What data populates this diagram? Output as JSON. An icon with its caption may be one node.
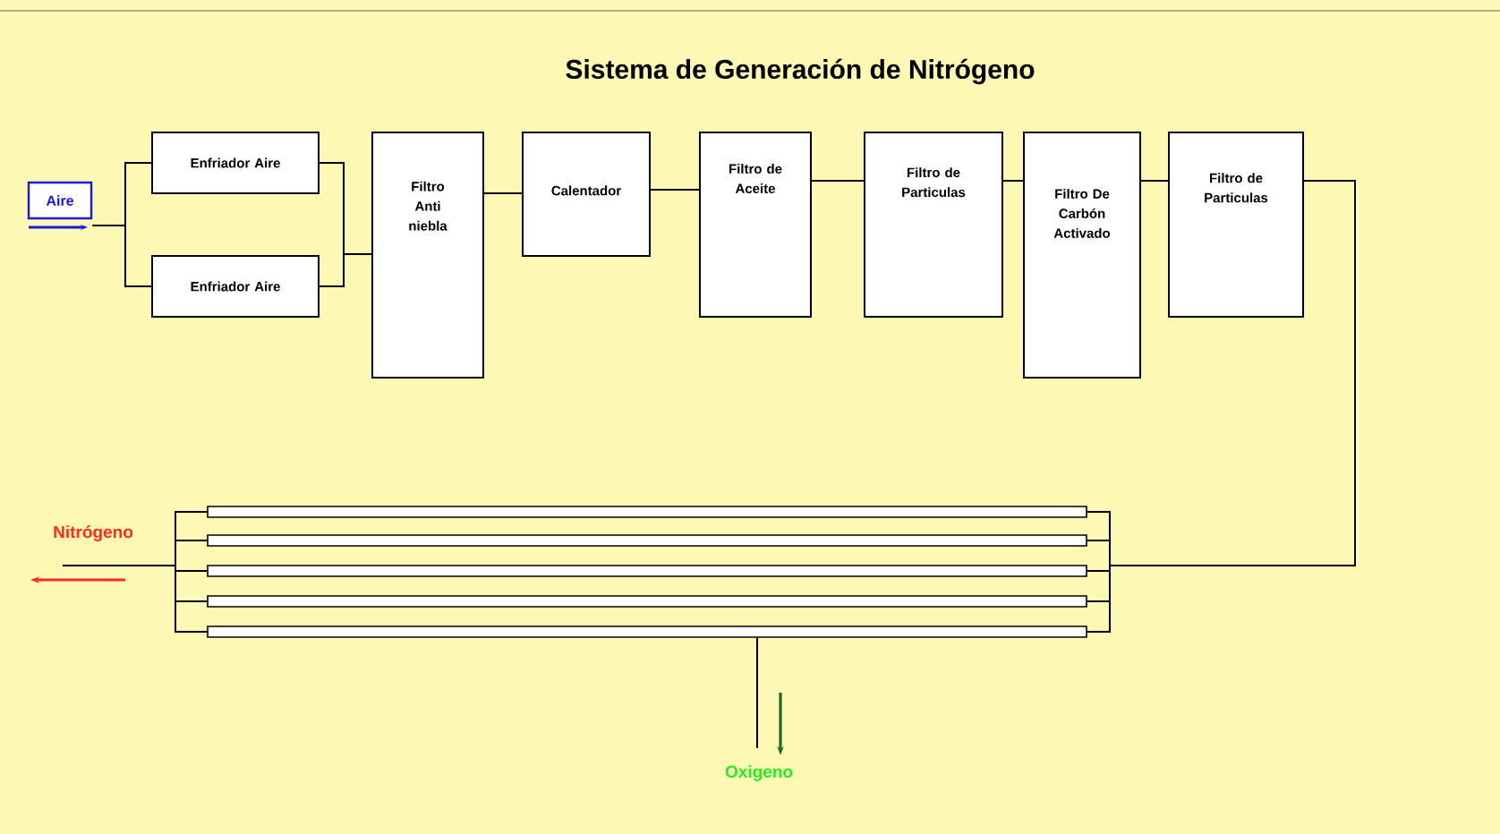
{
  "diagram": {
    "title": "Sistema de Generación de Nitrógeno",
    "nodes": [
      {
        "text": [
          "Aire"
        ]
      },
      {
        "text": [
          "Enfriador Aire"
        ]
      },
      {
        "text": [
          "Enfriador Aire"
        ]
      },
      {
        "text": [
          "Filtro Anti niebla"
        ]
      },
      {
        "text": [
          "Calentador"
        ]
      },
      {
        "text": [
          "Filtro de Aceite"
        ]
      },
      {
        "text": [
          "Filtro de Particulas"
        ]
      },
      {
        "text": [
          "Filtro De Carbón Activado"
        ]
      },
      {
        "text": [
          "Filtro de Particulas"
        ]
      },
      {
        "text": [],
        "shape": "bar"
      },
      {
        "text": [],
        "shape": "bar"
      },
      {
        "text": [],
        "shape": "bar"
      },
      {
        "text": [],
        "shape": "bar"
      },
      {
        "text": [],
        "shape": "bar"
      },
      {
        "text": [
          "Nitrógeno"
        ]
      },
      {
        "text": [
          "Oxigeno"
        ]
      }
    ],
    "edges": [
      {
        "from": 0,
        "to": 1,
        "arrow": "none"
      },
      {
        "from": 0,
        "to": 2,
        "arrow": "none"
      },
      {
        "from": 1,
        "to": 3,
        "arrow": "none"
      },
      {
        "from": 2,
        "to": 3,
        "arrow": "none"
      },
      {
        "from": 3,
        "to": 4,
        "arrow": "none"
      },
      {
        "from": 4,
        "to": 5,
        "arrow": "none"
      },
      {
        "from": 5,
        "to": 6,
        "arrow": "none"
      },
      {
        "from": 6,
        "to": 7,
        "arrow": "none"
      },
      {
        "from": 7,
        "to": 8,
        "arrow": "none"
      },
      {
        "from": 8,
        "to": 9,
        "arrow": "none"
      },
      {
        "from": 8,
        "to": 10,
        "arrow": "none"
      },
      {
        "from": 8,
        "to": 11,
        "arrow": "none"
      },
      {
        "from": 8,
        "to": 12,
        "arrow": "none"
      },
      {
        "from": 8,
        "to": 13,
        "arrow": "none"
      },
      {
        "from": 9,
        "to": 14,
        "arrow": "none"
      },
      {
        "from": 10,
        "to": 14,
        "arrow": "none"
      },
      {
        "from": 11,
        "to": 14,
        "arrow": "none"
      },
      {
        "from": 12,
        "to": 14,
        "arrow": "none"
      },
      {
        "from": 13,
        "to": 14,
        "arrow": "none"
      },
      {
        "from": 13,
        "to": 15,
        "arrow": "none"
      }
    ]
  }
}
